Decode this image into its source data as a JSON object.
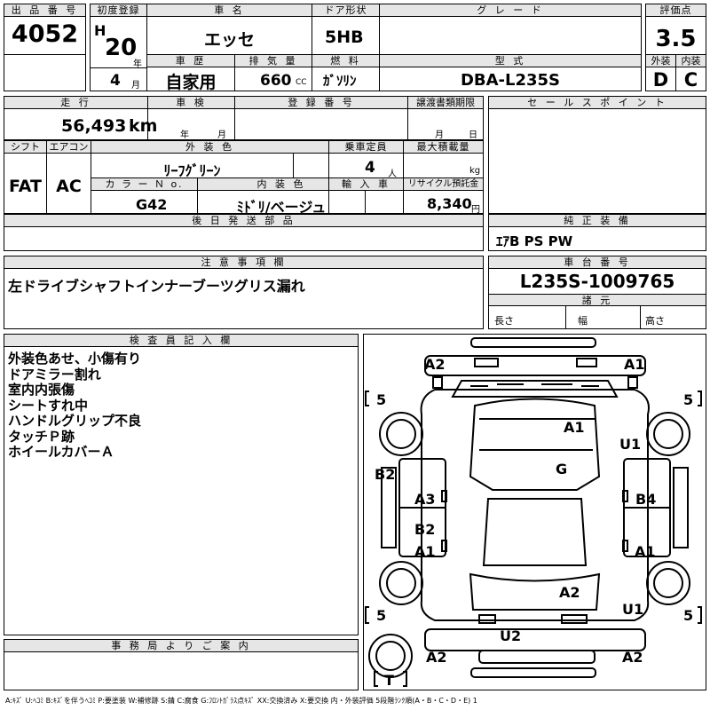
{
  "header": {
    "lot_label": "出 品 番 号",
    "lot_number": "4052",
    "first_reg_label": "初度登録",
    "era": "H",
    "year_num": "20",
    "year_unit": "年",
    "month_num": "4",
    "month_unit": "月",
    "car_name_label": "車 名",
    "car_name": "エッセ",
    "door_label": "ドア形状",
    "door": "5HB",
    "grade_label": "グ レ ー ド",
    "grade": "",
    "score_label": "評価点",
    "score": "3.5",
    "history_label": "車 歴",
    "history": "自家用",
    "displacement_label": "排 気 量",
    "displacement": "660",
    "displacement_unit": "CC",
    "fuel_label": "燃 料",
    "fuel": "ｶﾞｿﾘﾝ",
    "model_label": "型 式",
    "model": "DBA-L235S",
    "exterior_label": "外装",
    "exterior_grade": "D",
    "interior_label": "内装",
    "interior_grade": "C"
  },
  "row2": {
    "mileage_label": "走 行",
    "mileage": "56,493",
    "mileage_unit": "km",
    "inspection_label": "車 検",
    "inspection_year_unit": "年",
    "inspection_month_unit": "月",
    "registration_label": "登 録 番 号",
    "transfer_label": "譲渡書類期限",
    "transfer_month_unit": "月",
    "transfer_day_unit": "日",
    "sales_points_label": "セ ー ル ス ポ イ ン ト"
  },
  "row3": {
    "shift_label": "シフト",
    "shift": "FAT",
    "ac_label": "エアコン",
    "ac": "AC",
    "ext_color_label": "外 装 色",
    "ext_color": "ﾘｰﾌｸﾞﾘｰﾝ",
    "capacity_label": "乗車定員",
    "capacity": "4",
    "capacity_unit": "人",
    "max_load_label": "最大積載量",
    "max_load_unit": "kg",
    "color_no_label": "カ ラ ー Ｎ o.",
    "color_no": "G42",
    "int_color_label": "内 装 色",
    "int_color": "ﾐﾄﾞﾘ/ベージュ",
    "import_label": "輸 入 車",
    "recycle_label": "リサイクル預託金",
    "recycle": "8,340",
    "recycle_unit": "円"
  },
  "parts": {
    "later_parts_label": "後 日 発 送 部 品",
    "equipment_label": "純 正 装 備",
    "equipment": "ｴｱB PS PW"
  },
  "notes": {
    "caution_label": "注 意 事 項 欄",
    "caution": "左ドライブシャフトインナーブーツグリス漏れ",
    "chassis_label": "車 台 番 号",
    "chassis": "L235S-1009765",
    "specs_label": "諸 元",
    "length_label": "長さ",
    "width_label": "幅",
    "height_label": "高さ"
  },
  "inspector": {
    "label": "検 査 員 記 入 欄",
    "lines": [
      "外装色あせ、小傷有り",
      "ドアミラー割れ",
      "室内内張傷",
      "シートすれ中",
      "ハンドルグリップ不良",
      "タッチＰ跡",
      "ホイールカバーＡ"
    ]
  },
  "office": {
    "label": "事 務 局 よ り ご 案 内"
  },
  "diagram": {
    "marks": [
      "A2",
      "A1",
      "A1",
      "U1",
      "G",
      "B2",
      "A3",
      "B4",
      "B2",
      "A1",
      "A1",
      "A2",
      "U1",
      "U2",
      "A2",
      "A2"
    ],
    "tire_5": "5",
    "tire_t": "T"
  },
  "legend": "A:ｷｽﾞ U:ﾍｺﾐ B:ｷｽﾞを伴うﾍｺﾐ P:要塗装 W:補修跡 S:錆 C:腐食 G:ﾌﾛﾝﾄｶﾞﾗｽ点ｷｽﾞ XX:交換済み X:要交換 内・外装評価 5段階ﾗﾝｸ順(A・B・C・D・E) 1"
}
